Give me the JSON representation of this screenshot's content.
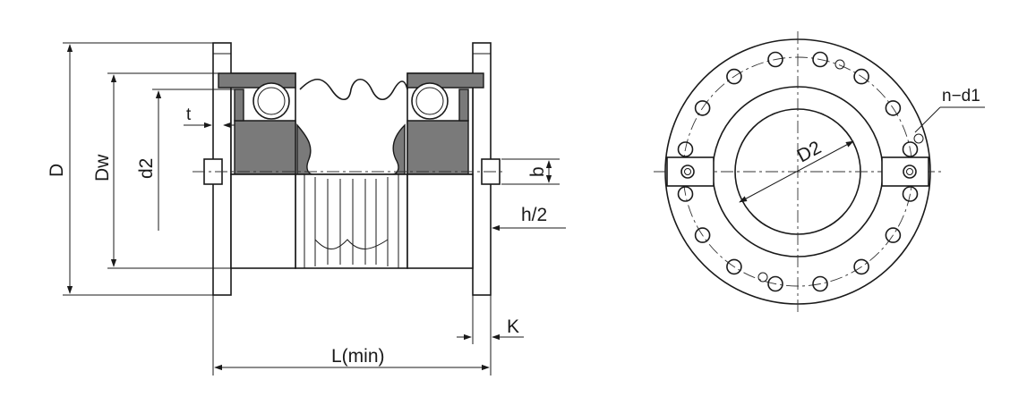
{
  "labels": {
    "D": "D",
    "Dw": "Dw",
    "d2": "d2",
    "t": "t",
    "b": "b",
    "h2": "h/2",
    "K": "K",
    "L": "L(min)",
    "D2": "D2",
    "nd1": "n−d1"
  },
  "front_view": {
    "bolt_hole_count": 16,
    "small_hole_count": 3
  }
}
